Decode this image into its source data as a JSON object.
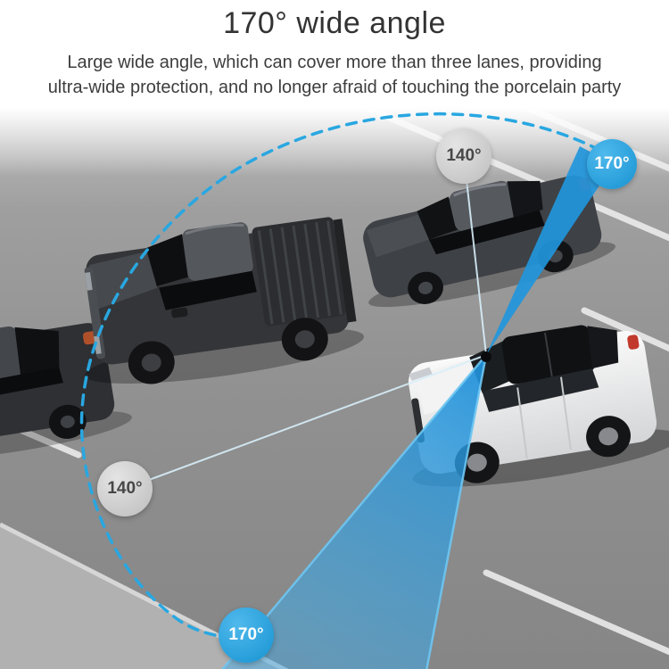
{
  "header": {
    "title": "170° wide angle",
    "subtitle_line1": "Large wide angle, which can cover more than three lanes, providing",
    "subtitle_line2": "ultra-wide protection, and no longer afraid of touching the porcelain party"
  },
  "badges": {
    "top_140": "140°",
    "top_170": "170°",
    "left_140": "140°",
    "bottom_170": "170°"
  },
  "colors": {
    "accent_blue": "#29A7E1",
    "badge_gray": "#C6C6C6",
    "road_gray": "#8F8F8F",
    "title_text": "#333333"
  }
}
